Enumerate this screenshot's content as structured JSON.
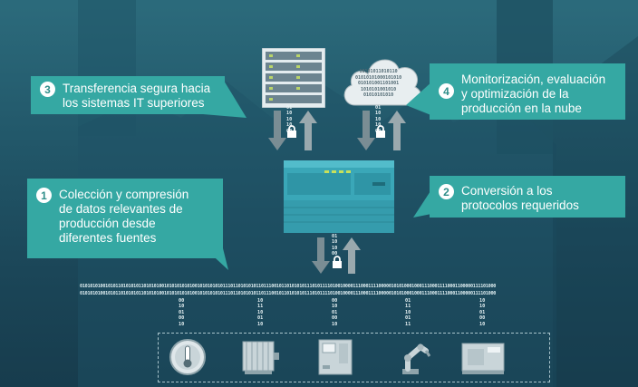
{
  "callouts": {
    "c1": {
      "number": "1",
      "text": "Colección y compresión\nde datos relevantes de\nproducción desde\ndiferentes fuentes"
    },
    "c2": {
      "number": "2",
      "text": "Conversión a los\nprotocolos requeridos"
    },
    "c3": {
      "number": "3",
      "text": "Transferencia segura hacia\nlos sistemas IT superiores"
    },
    "c4": {
      "number": "4",
      "text": "Monitorización, evaluación\ny optimización de la\nproducción en la nube"
    }
  },
  "bits": {
    "upper_left": "01\n10\n10\n10\n00",
    "upper_right": "01\n10\n10\n10\n00",
    "lower": "01\n10\n10\n00",
    "cloud": "10101011010110\n01010101000101010\n010101001101001\n1010101001010\n01010101010"
  },
  "stream": {
    "line1": "0101010100101011010101011010101001010101010100101010101011101101010101101110010110101010111010111101001000011100011110000010101000100011100011110001100000111101000",
    "line2": "0101010100101011010101011010101001010101010100101010101011101101010101101110010110101010111010111101001000011100011110000010101000100011100011110001100000111101000",
    "columns": [
      "00\n10\n01\n00\n10",
      "10\n11\n10\n01\n10",
      "00\n10\n01\n00\n10",
      "01\n11\n10\n01\n11",
      "10\n10\n01\n00\n10"
    ]
  },
  "devices": {
    "icons": [
      "thermometer-icon",
      "motor-icon",
      "control-panel-icon",
      "robot-arm-icon",
      "machine-icon"
    ]
  },
  "colors": {
    "callout": "#35a8a3",
    "background": "#1f4f61",
    "accent": "#c8e05a"
  }
}
